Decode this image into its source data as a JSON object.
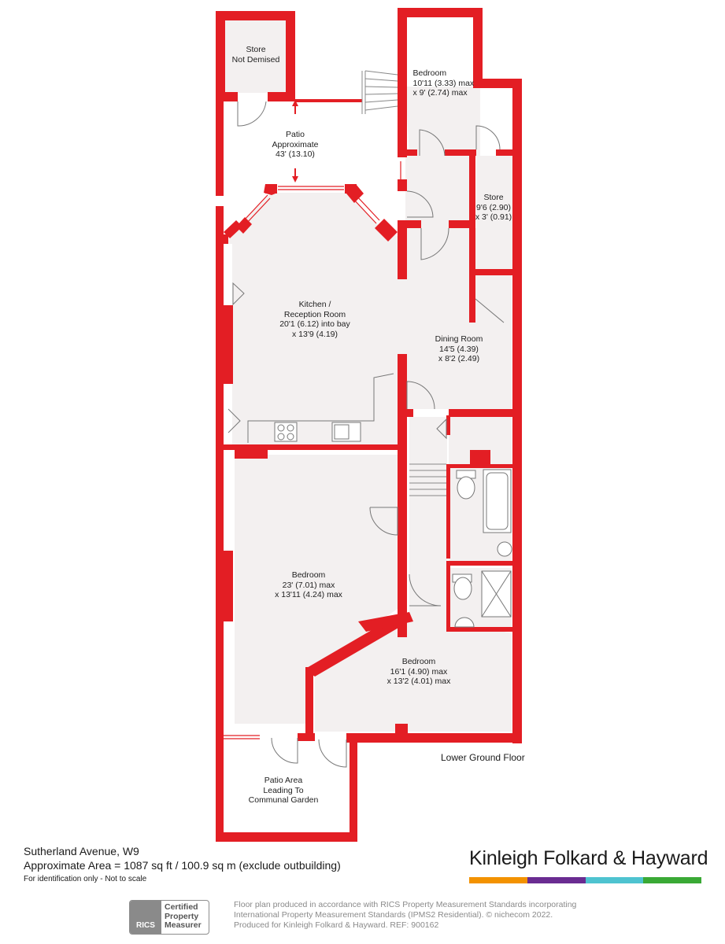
{
  "colors": {
    "wall": "#e31e24",
    "floor": "#f3f0f0",
    "ink": "#1e1e1e"
  },
  "rooms": {
    "store_nd": {
      "line1": "Store",
      "line2": "Not Demised"
    },
    "bedroom_top": {
      "line1": "Bedroom",
      "line2": "10'11 (3.33) max",
      "line3": "x 9' (2.74) max"
    },
    "patio": {
      "line1": "Patio",
      "line2": "Approximate",
      "line3": "43' (13.10)"
    },
    "store": {
      "line1": "Store",
      "line2": "9'6 (2.90)",
      "line3": "x 3' (0.91)"
    },
    "kitchen": {
      "line1": "Kitchen /",
      "line2": "Reception Room",
      "line3": "20'1 (6.12) into bay",
      "line4": "x 13'9 (4.19)"
    },
    "dining": {
      "line1": "Dining Room",
      "line2": "14'5 (4.39)",
      "line3": "x 8'2 (2.49)"
    },
    "bedroom_large": {
      "line1": "Bedroom",
      "line2": "23' (7.01) max",
      "line3": "x 13'11 (4.24) max"
    },
    "bedroom_lower": {
      "line1": "Bedroom",
      "line2": "16'1 (4.90) max",
      "line3": "x 13'2 (4.01) max"
    },
    "patio_area": {
      "line1": "Patio Area",
      "line2": "Leading To",
      "line3": "Communal Garden"
    }
  },
  "floor_label": "Lower Ground Floor",
  "address": "Sutherland Avenue, W9",
  "area": "Approximate Area = 1087 sq ft / 100.9 sq m (exclude outbuilding)",
  "note": "For identification only - Not to scale",
  "brand": {
    "name": "Kinleigh Folkard & Hayward",
    "bar_colors": [
      "#f39200",
      "#6a2c91",
      "#4ec3d0",
      "#3aa935"
    ]
  },
  "rics": {
    "logo": "RICS",
    "line1": "Certified",
    "line2": "Property",
    "line3": "Measurer"
  },
  "disclaimer": {
    "line1": "Floor plan produced in accordance with RICS Property Measurement Standards incorporating",
    "line2": "International Property Measurement Standards (IPMS2 Residential).  © nichecom 2022.",
    "line3": "Produced for Kinleigh Folkard & Hayward.   REF: 900162"
  }
}
